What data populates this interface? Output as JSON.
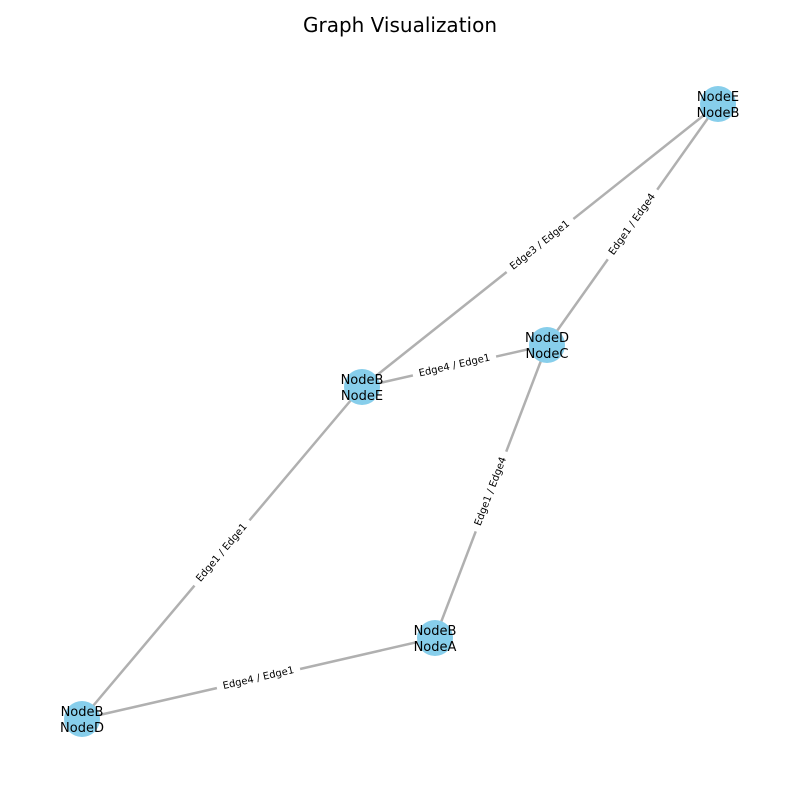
{
  "title": "Graph Visualization",
  "colors": {
    "node_fill": "#87ceeb",
    "edge_stroke": "#b0b0b0",
    "edge_label_bg": "#ffffff",
    "background": "#ffffff"
  },
  "nodes": [
    {
      "id": "n1",
      "lines": [
        "NodeE",
        "NodeB"
      ]
    },
    {
      "id": "n2",
      "lines": [
        "NodeD",
        "NodeC"
      ]
    },
    {
      "id": "n3",
      "lines": [
        "NodeB",
        "NodeE"
      ]
    },
    {
      "id": "n4",
      "lines": [
        "NodeB",
        "NodeA"
      ]
    },
    {
      "id": "n5",
      "lines": [
        "NodeB",
        "NodeD"
      ]
    }
  ],
  "edges": [
    {
      "source": "n3",
      "target": "n1",
      "label": "Edge3 / Edge1"
    },
    {
      "source": "n2",
      "target": "n1",
      "label": "Edge1 / Edge4"
    },
    {
      "source": "n3",
      "target": "n2",
      "label": "Edge4 / Edge1"
    },
    {
      "source": "n3",
      "target": "n5",
      "label": "Edge1 / Edge1"
    },
    {
      "source": "n4",
      "target": "n2",
      "label": "Edge1 / Edge4"
    },
    {
      "source": "n5",
      "target": "n4",
      "label": "Edge4 / Edge1"
    }
  ]
}
